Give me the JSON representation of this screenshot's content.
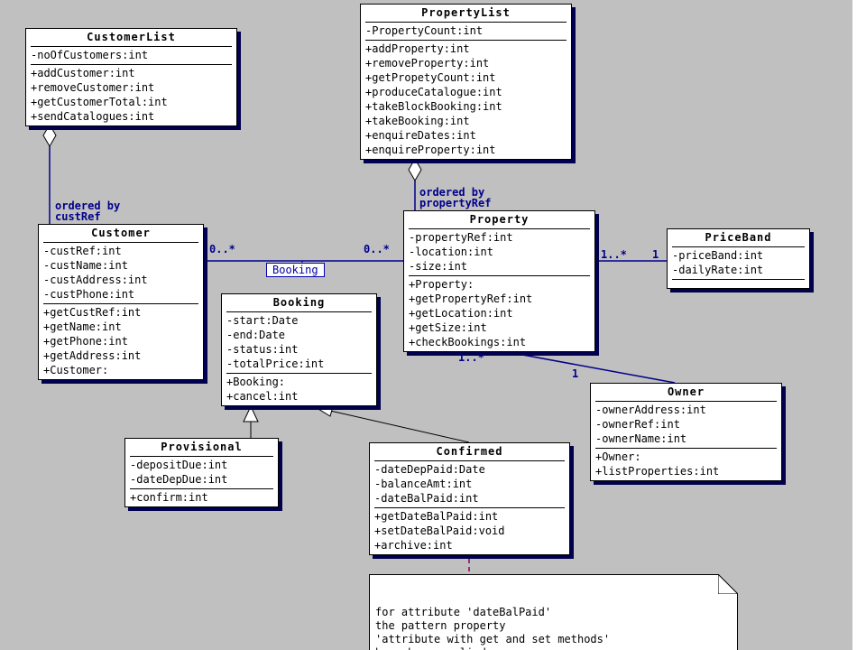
{
  "classes": {
    "customerList": {
      "name": "CustomerList",
      "attributes": [
        "-noOfCustomers:int"
      ],
      "operations": [
        "+addCustomer:int",
        "+removeCustomer:int",
        "+getCustomerTotal:int",
        "+sendCatalogues:int"
      ]
    },
    "propertyList": {
      "name": "PropertyList",
      "attributes": [
        "-PropertyCount:int"
      ],
      "operations": [
        "+addProperty:int",
        "+removeProperty:int",
        "+getPropetyCount:int",
        "+produceCatalogue:int",
        "+takeBlockBooking:int",
        "+takeBooking:int",
        "+enquireDates:int",
        "+enquireProperty:int"
      ]
    },
    "customer": {
      "name": "Customer",
      "attributes": [
        "-custRef:int",
        "-custName:int",
        "-custAddress:int",
        "-custPhone:int"
      ],
      "operations": [
        "+getCustRef:int",
        "+getName:int",
        "+getPhone:int",
        "+getAddress:int",
        "+Customer:"
      ]
    },
    "property": {
      "name": "Property",
      "attributes": [
        "-propertyRef:int",
        "-location:int",
        "-size:int"
      ],
      "operations": [
        "+Property:",
        "+getPropertyRef:int",
        "+getLocation:int",
        "+getSize:int",
        "+checkBookings:int"
      ]
    },
    "priceBand": {
      "name": "PriceBand",
      "attributes": [
        "-priceBand:int",
        "-dailyRate:int"
      ],
      "operations": []
    },
    "booking": {
      "name": "Booking",
      "attributes": [
        "-start:Date",
        "-end:Date",
        "-status:int",
        "-totalPrice:int"
      ],
      "operations": [
        "+Booking:",
        "+cancel:int"
      ]
    },
    "owner": {
      "name": "Owner",
      "attributes": [
        "-ownerAddress:int",
        "-ownerRef:int",
        "-ownerName:int"
      ],
      "operations": [
        "+Owner:",
        "+listProperties:int"
      ]
    },
    "provisional": {
      "name": "Provisional",
      "attributes": [
        "-depositDue:int",
        "-dateDepDue:int"
      ],
      "operations": [
        "+confirm:int"
      ]
    },
    "confirmed": {
      "name": "Confirmed",
      "attributes": [
        "-dateDepPaid:Date",
        "-balanceAmt:int",
        "-dateBalPaid:int"
      ],
      "operations": [
        "+getDateBalPaid:int",
        "+setDateBalPaid:void",
        "+archive:int"
      ]
    }
  },
  "labels": {
    "custOrdered": "ordered by\ncustRef",
    "propOrdered": "ordered by\npropertyRef",
    "custMult": "0..*",
    "propMult": "0..*",
    "assocName": "Booking",
    "priceMultLeft": "1..*",
    "priceMultRight": "1",
    "ownerMultTop": "1..*",
    "ownerMultBottom": "1"
  },
  "note": {
    "text": "for attribute 'dateBalPaid'\nthe pattern property\n'attribute with get and set methods'\nhas  been applied."
  },
  "colors": {
    "background": "#c0c0c0",
    "line": "#00008b",
    "shadow": "#00004e"
  }
}
